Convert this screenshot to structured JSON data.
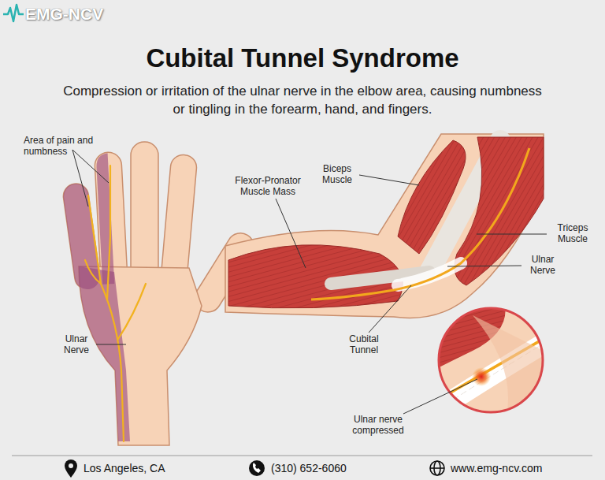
{
  "diagram": {
    "title": "Cubital Tunnel Syndrome",
    "caption": "Compression or irritation of the ulnar nerve in the elbow area, causing numbness or tingling in the forearm, hand, and fingers.",
    "labels": [
      "EMG-NCV",
      "Area of pain and numbness",
      "Ulnar Nerve",
      "Flexor-Pronator Muscle Mass",
      "Biceps Muscle",
      "Triceps Muscle",
      "Ulnar Nerve",
      "Cubital Tunnel",
      "Ulnar nerve compressed",
      "Los Angeles, CA",
      "(310) 652-6060",
      "www.emg-ncv.com"
    ]
  }
}
